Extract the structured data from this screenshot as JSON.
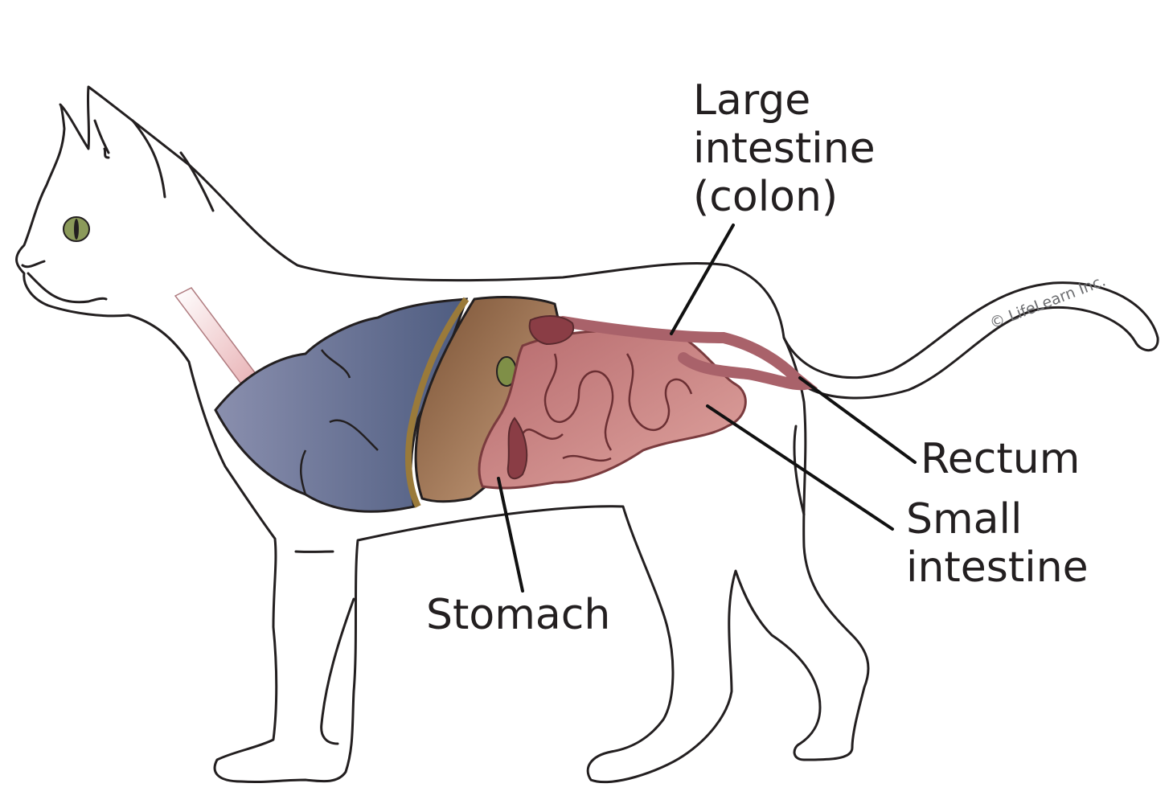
{
  "labels": {
    "large_intestine": [
      "Large",
      "intestine",
      "(colon)"
    ],
    "rectum": "Rectum",
    "small_intestine": [
      "Small",
      "intestine"
    ],
    "stomach": "Stomach"
  },
  "credit": "© LifeLearn Inc.",
  "colors": {
    "outline": "#231f20",
    "lungs": "#5d6a8e",
    "diaphragm": "#9a7a3a",
    "liver": "#9c6e4c",
    "gallbladder": "#7f8f47",
    "intestine": "#c98a8a",
    "stomach": "#8a3d45",
    "esophagus": "#e8b5b8",
    "eye": "#8b9a5a"
  }
}
